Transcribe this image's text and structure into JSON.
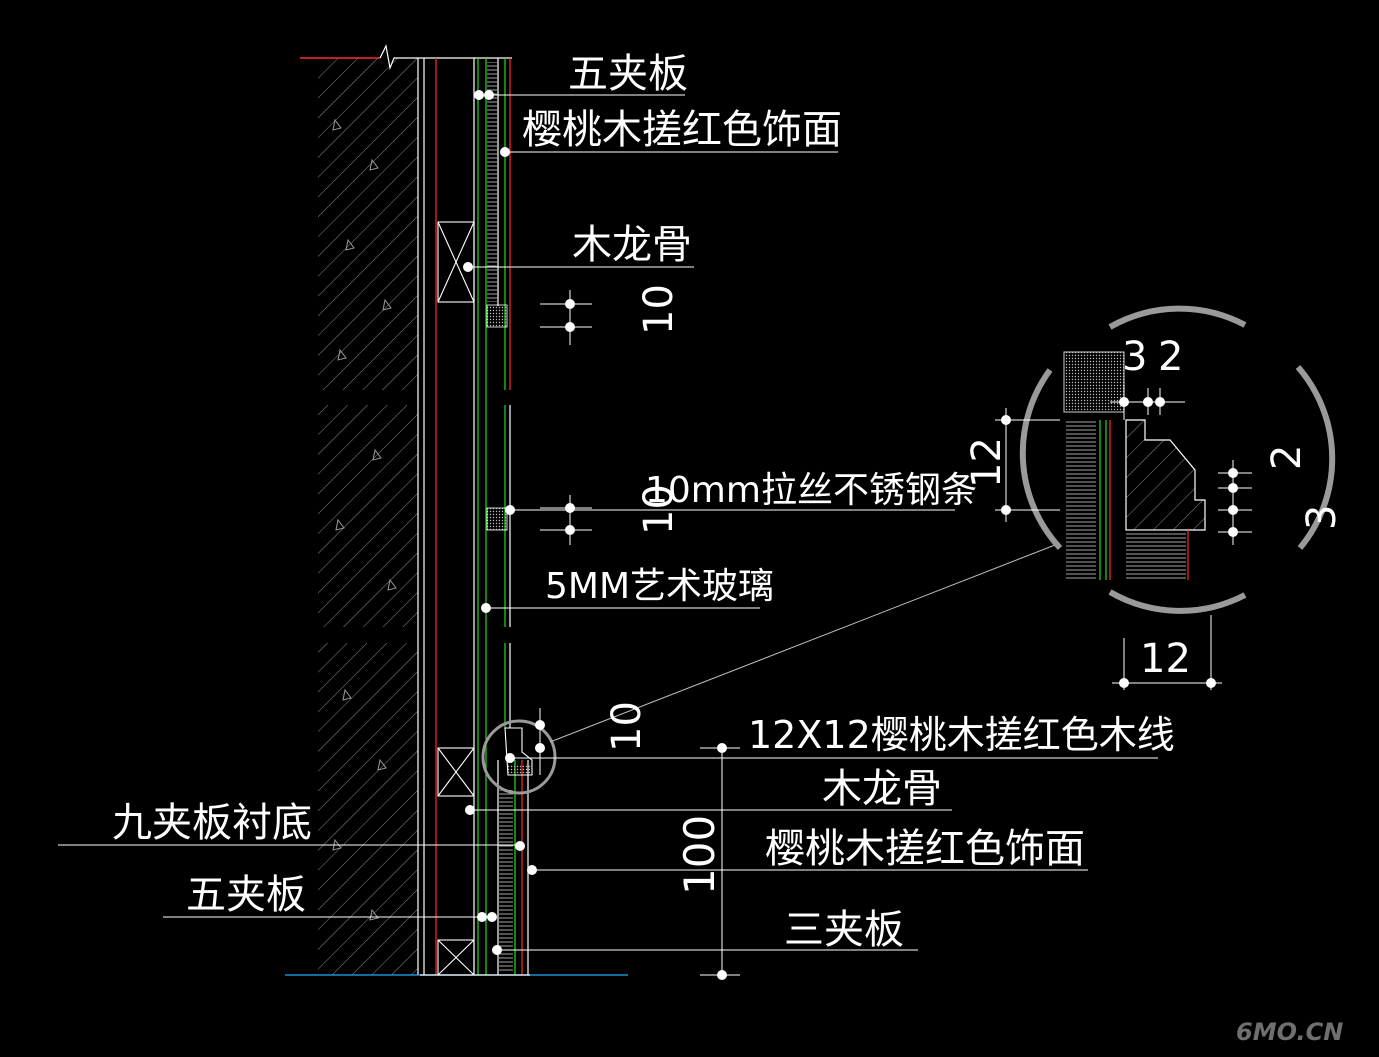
{
  "labels": {
    "top_five_ply": "五夹板",
    "top_cherry_finish": "樱桃木搓红色饰面",
    "top_wood_keel": "木龙骨",
    "steel_strip": "10mm拉丝不锈钢条",
    "art_glass": "5MM艺术玻璃",
    "wood_molding": "12X12樱桃木搓红色木线",
    "bottom_wood_keel": "木龙骨",
    "bottom_cherry_finish": "樱桃木搓红色饰面",
    "three_ply": "三夹板",
    "nine_ply_base": "九夹板衬底",
    "bottom_five_ply": "五夹板"
  },
  "dimensions": {
    "d_top_10": "10",
    "d_mid_10": "10",
    "d_bottom_10": "10",
    "d_100": "100",
    "detail_3": "3",
    "detail_2_top": "2",
    "detail_12_left": "12",
    "detail_2_right": "2",
    "detail_3_right": "3",
    "detail_12_bottom": "12"
  },
  "watermark": "6MO.CN",
  "colors": {
    "background": "#000000",
    "line_white": "#ffffff",
    "line_red": "#ff2a2a",
    "line_green": "#22dd22",
    "line_gray": "#9a9a9a",
    "line_cyan": "#22aaff"
  }
}
